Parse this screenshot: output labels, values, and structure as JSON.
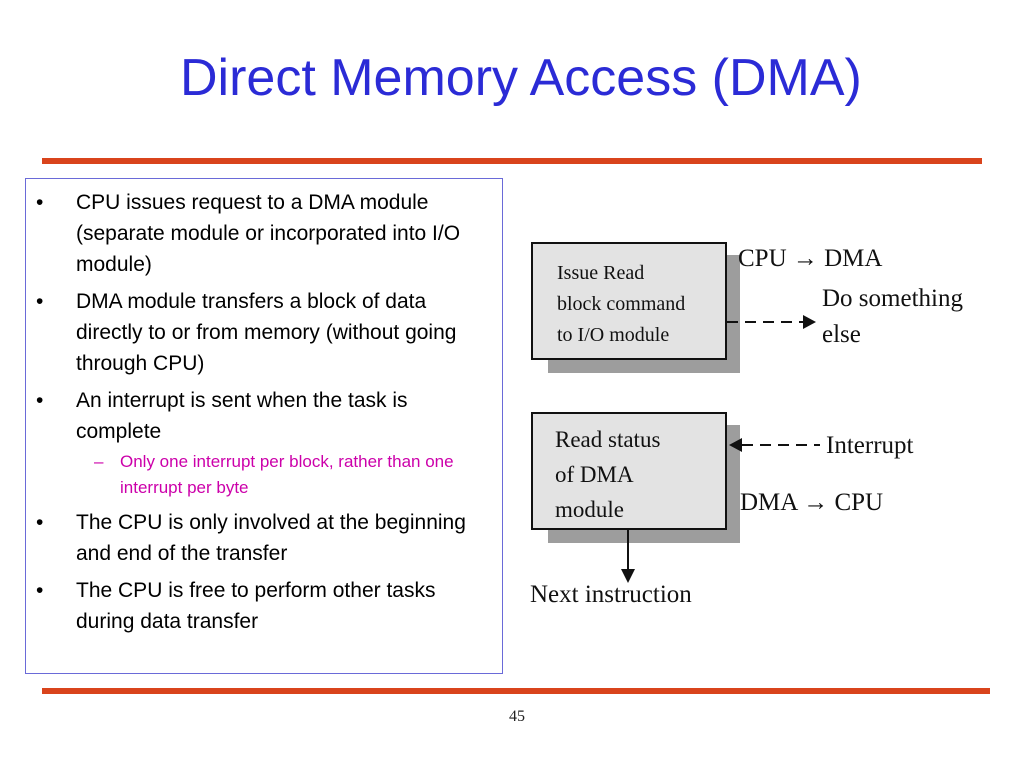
{
  "slide": {
    "title": "Direct Memory Access (DMA)",
    "page_number": "45",
    "bullets": [
      {
        "text": "CPU issues request to a DMA module (separate module or incorporated into I/O module)"
      },
      {
        "text": "DMA module transfers a block of data directly to or from memory (without going through CPU)"
      },
      {
        "text": "An interrupt is sent when the task is complete",
        "sub": "Only one interrupt per block, rather than one interrupt per byte"
      },
      {
        "text": "The CPU is only involved at the beginning and end of the transfer"
      },
      {
        "text": "The CPU is free to perform other tasks during data transfer"
      }
    ]
  },
  "diagram": {
    "box1": [
      "Issue Read",
      "block command",
      "to I/O module"
    ],
    "box2": [
      "Read status",
      "of DMA",
      "module"
    ],
    "cpu_to_dma": "CPU → DMA",
    "do_something": [
      "Do something",
      "else"
    ],
    "interrupt": "Interrupt",
    "dma_to_cpu": "DMA → CPU",
    "next_instruction": "Next instruction"
  },
  "colors": {
    "title": "#2b2bd6",
    "rule": "#d9441c",
    "sub_bullet": "#cc00aa",
    "box_fill": "#e3e3e3"
  }
}
